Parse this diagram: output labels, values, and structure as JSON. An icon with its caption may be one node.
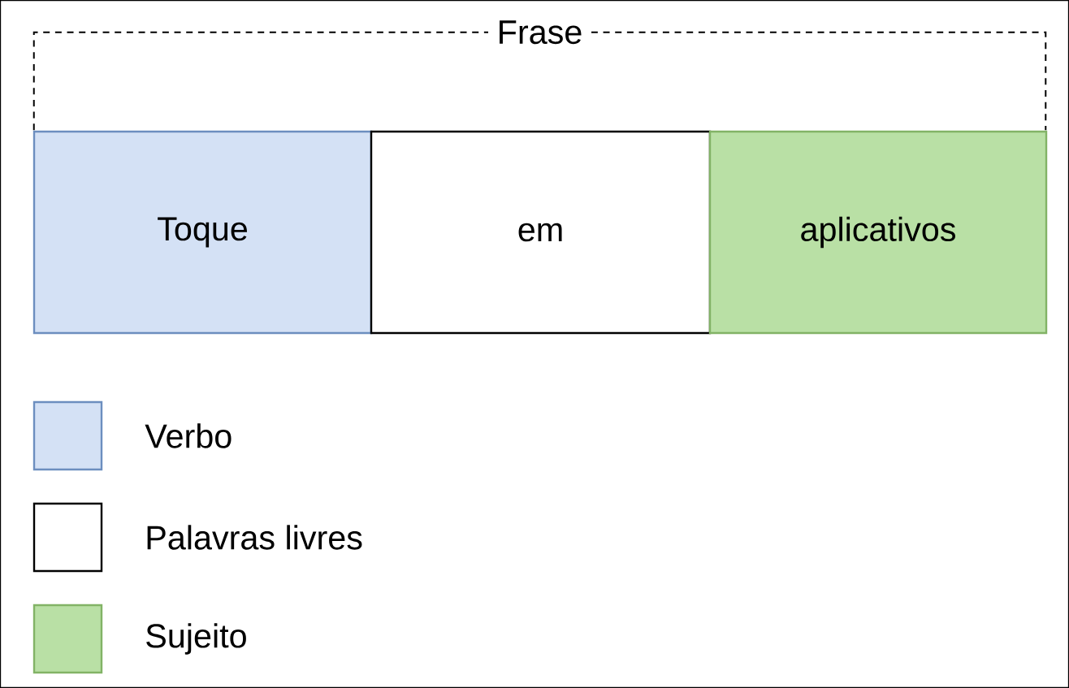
{
  "diagram": {
    "nodes": [
      {
        "text": [
          "Frase"
        ]
      },
      {
        "text": [
          "Toque"
        ]
      },
      {
        "text": [
          "em"
        ]
      },
      {
        "text": [
          "aplicativos"
        ]
      }
    ],
    "edges": [],
    "legend": [
      {
        "text": "Verbo",
        "color": "#d4e1f5"
      },
      {
        "text": "Palavras livres"
      },
      {
        "text": "Sujeito",
        "color": "#b9e0a5"
      }
    ]
  }
}
